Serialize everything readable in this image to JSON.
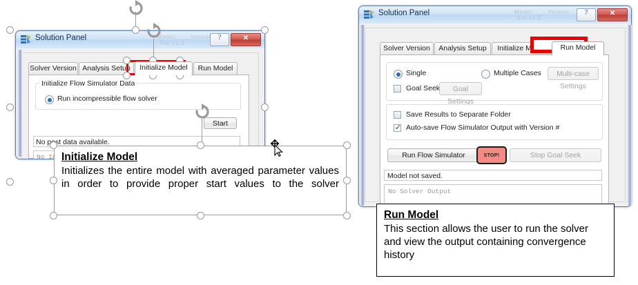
{
  "left_window": {
    "title": "Solution Panel",
    "help_label": "?",
    "close_label": "✕",
    "ghost_text_1": "Model: ___  Version",
    "ghost_text_2": "Sim  v1.0",
    "tabs": [
      {
        "label": "Solver Version",
        "active": false
      },
      {
        "label": "Analysis Setup",
        "active": false
      },
      {
        "label": "Initialize Model",
        "active": true
      },
      {
        "label": "Run Model",
        "active": false
      }
    ],
    "group_legend": "Initialize Flow Simulator Data",
    "radio_label": "Run incompressible flow solver",
    "start_button": "Start",
    "status_text": "No post data available.",
    "output_text": "No Initialize output"
  },
  "right_window": {
    "title": "Solution Panel",
    "help_label": "?",
    "close_label": "✕",
    "ghost_text_1": "Model: ___  Version",
    "ghost_text_2": "Sim  v1.0",
    "tabs": [
      {
        "label": "Solver Version",
        "active": false
      },
      {
        "label": "Analysis Setup",
        "active": false
      },
      {
        "label": "Initialize Model",
        "active": false
      },
      {
        "label": "Run Model",
        "active": true
      }
    ],
    "run_mode": {
      "single_label": "Single",
      "single_selected": true,
      "multiple_label": "Multiple Cases",
      "multiple_selected": false,
      "multicase_button": "Multi-case Settings",
      "goal_seek_label": "Goal Seek",
      "goal_seek_checked": false,
      "goal_settings_button": "Goal Settings"
    },
    "save_options": {
      "save_separate_label": "Save Results to Separate Folder",
      "save_separate_checked": false,
      "autosave_label": "Auto-save Flow Simulator Output with Version #",
      "autosave_checked": true
    },
    "actions": {
      "run_button": "Run Flow Simulator",
      "stop_button": "STOP!",
      "stop_goal_seek_button": "Stop Goal Seek"
    },
    "status_text": "Model not saved.",
    "output_text": "No Solver Output"
  },
  "callouts": {
    "initialize": {
      "title": "Initialize Model",
      "body": "Initializes the entire model with averaged parameter values in order to provide proper start values to the solver"
    },
    "run": {
      "title": "Run Model",
      "body": "This section allows the user to run the solver and view the output containing convergence history"
    }
  },
  "colors": {
    "annotation_red": "#ee0000",
    "stop_fill": "#f48a84",
    "title_blue": "#cfe2f5",
    "selected_radio": "#2a6fbb"
  }
}
